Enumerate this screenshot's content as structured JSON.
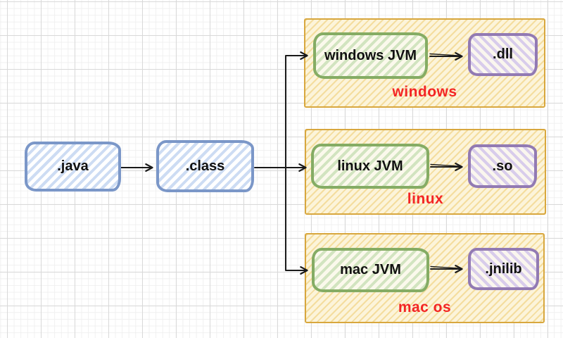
{
  "nodes": {
    "java": {
      "label": ".java"
    },
    "class_file": {
      "label": ".class"
    },
    "windows_jvm": {
      "label": "windows JVM"
    },
    "dll": {
      "label": ".dll"
    },
    "linux_jvm": {
      "label": "linux JVM"
    },
    "so": {
      "label": ".so"
    },
    "mac_jvm": {
      "label": "mac JVM"
    },
    "jnilib": {
      "label": ".jnilib"
    }
  },
  "groups": {
    "windows": {
      "label": "windows"
    },
    "linux": {
      "label": "linux"
    },
    "mac": {
      "label": "mac os"
    }
  },
  "edges": [
    {
      "from": ".java",
      "to": ".class"
    },
    {
      "from": ".class",
      "to": "windows JVM"
    },
    {
      "from": ".class",
      "to": "linux JVM"
    },
    {
      "from": ".class",
      "to": "mac JVM"
    },
    {
      "from": "windows JVM",
      "to": ".dll"
    },
    {
      "from": "linux JVM",
      "to": ".so"
    },
    {
      "from": "mac JVM",
      "to": ".jnilib"
    }
  ],
  "colors": {
    "node_blue_border": "#7b97c8",
    "node_blue_fill": "#cddcf3",
    "node_green_border": "#85ac64",
    "node_green_fill": "#d2e4c0",
    "node_purple_border": "#927ab3",
    "node_purple_fill": "#d8cceb",
    "group_border": "#d8a73e",
    "group_fill": "#fcf4da",
    "group_hatch": "#f4dd9e",
    "group_label_red": "#f32525",
    "arrow_black": "#1a1a1a"
  }
}
